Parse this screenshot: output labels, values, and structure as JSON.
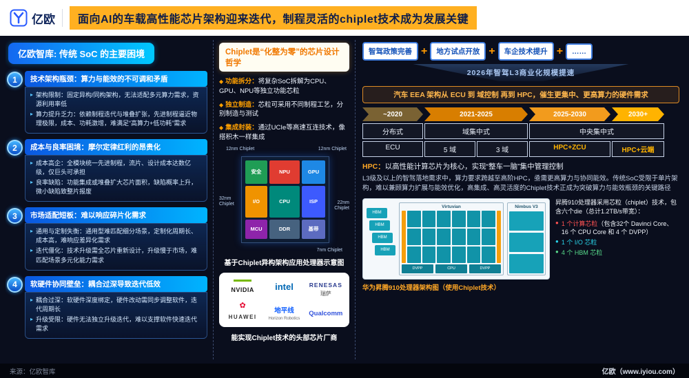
{
  "header": {
    "logo_text": "亿欧",
    "title": "面向AI的车载高性能芯片架构迎来迭代，制程灵活的chiplet技术成为发展关键"
  },
  "left": {
    "badge": "亿欧智库: 传统 SoC 的主要困境",
    "items": [
      {
        "num": "1",
        "title": "技术架构瓶颈：算力与能效的不可调和矛盾",
        "bullets": [
          "架构限制：固定异构/同构架构，无法适配多元算力需求，资源利用率低",
          "算力提升乏力：依赖制程迭代与堆叠扩张，先进制程逼近物理极限，成本、功耗激增，难满足“高算力+低功耗”需求"
        ]
      },
      {
        "num": "2",
        "title": "成本与良率困境：摩尔定律红利的昂贵化",
        "bullets": [
          "成本高企：全模块统一先进制程，流片、设计成本达数亿级，仅巨头可承担",
          "良率缺陷：功能集成或堆叠扩大芯片面积，缺陷概率上升，微小缺陷致整片报废"
        ]
      },
      {
        "num": "3",
        "title": "市场适配短板：难以响应碎片化需求",
        "bullets": [
          "通用与定制失衡：通用型难匹配细分场景，定制化周期长、成本高，难响应差异化需求",
          "迭代僵化：技术升级需全芯片重新设计，升级慢于市场，难匹配场景多元化能力需求"
        ]
      },
      {
        "num": "4",
        "title": "软硬件协同壁垒：耦合过深导致迭代低效",
        "bullets": [
          "耦合过深：软硬件深度绑定，硬件改动需同步调整软件，迭代周期长",
          "升级受限：硬件无法独立升级迭代，难以支撑软件快速迭代需求"
        ]
      }
    ]
  },
  "middle": {
    "badge": "Chiplet是“化整为零”的芯片设计哲学",
    "bullets": [
      {
        "label": "功能拆分：",
        "text": "将复杂SoC拆解为CPU、GPU、NPU等独立功能芯粒"
      },
      {
        "label": "独立制造：",
        "text": "芯粒可采用不同制程工艺，分别制造与测试"
      },
      {
        "label": "集成封装：",
        "text": "通过UCIe等高速互连技术，像搭积木一样集成"
      }
    ],
    "chip": {
      "label_top_left": "12nm Chiplet",
      "label_top_right": "12nm Chiplet",
      "label_left": "32nm Chiplet",
      "label_right": "22nm Chiplet",
      "label_bottom": "7nm Chiplet",
      "blocks": [
        {
          "label": "安全",
          "color": "#1f9d55"
        },
        {
          "label": "NPU",
          "color": "#e03c31"
        },
        {
          "label": "GPU",
          "color": "#1e88e5"
        },
        {
          "label": "I/O",
          "color": "#f09300"
        },
        {
          "label": "CPU",
          "color": "#00897b"
        },
        {
          "label": "ISP",
          "color": "#3d5afe"
        },
        {
          "label": "MCU",
          "color": "#8e24aa"
        },
        {
          "label": "DDR",
          "color": "#46627f"
        },
        {
          "label": "基带",
          "color": "#5c6bc0"
        }
      ]
    },
    "chip_caption": "基于Chiplet异构架构应用处理器示意图",
    "vendors": [
      {
        "name": "NVIDIA",
        "sub": ""
      },
      {
        "name": "intel",
        "sub": ""
      },
      {
        "name": "RENESAS",
        "sub": "瑞萨"
      },
      {
        "name": "HUAWEI",
        "sub": ""
      },
      {
        "name": "地平线",
        "sub": "Horizon Robotics"
      },
      {
        "name": "Qualcomm",
        "sub": ""
      }
    ],
    "vendors_caption": "能实现Chiplet技术的头部芯片厂商"
  },
  "right": {
    "drivers": [
      "智驾政策完善",
      "地方试点开放",
      "车企技术提升",
      "……"
    ],
    "plus": "+",
    "funnel_text": "2026年智驾L3商业化规模提速",
    "banner": "汽车 EEA 架构从 ECU 到 域控制 再到 HPC，催生更集中、更高算力的硬件需求",
    "timeline": [
      {
        "label": "~2020",
        "color": "#7a6233"
      },
      {
        "label": "2021-2025",
        "color": "#d87e00"
      },
      {
        "label": "2025-2030",
        "color": "#f29b1d"
      },
      {
        "label": "2030+",
        "color": "#ffb300"
      }
    ],
    "arch_row": [
      "分布式",
      "域集中式",
      "中央集中式"
    ],
    "unit_row": [
      "ECU",
      "5 域",
      "3 域",
      "HPC+ZCU",
      "HPC+云端"
    ],
    "hpc_label": "HPC：",
    "hpc_note": "以高性能计算芯片为核心，实现“整车一脑”集中管理控制",
    "paragraph": "L3级及以上的智驾落地需求中，算力要求跨越至高阶HPC，亟需更高算力与协同能效。传统SoC受限于单片架构，难以兼顾算力扩展与能效优化，高集成、高灵活度的Chiplet技术正成为突破算力与能效瓶颈的关键路径",
    "ascend": {
      "hbm_label": "HBM",
      "center_title": "Virtuvian",
      "right_title": "Nimbus V3",
      "mods": [
        "DVPP",
        "CPU",
        "DVPP"
      ],
      "caption": "华为昇腾910处理器架构图（使用Chiplet技术）",
      "intro": "昇腾910处理器采用芯粒（chiplet）技术，包含六个die（总计1.2TB/s带宽）：",
      "bullets": [
        {
          "lead": "1 个计算芯粒",
          "rest": "（包含32个 Davinci Core、16 个 CPU Core 和 4 个 DVPP）",
          "color": "#ff5252"
        },
        {
          "lead": "1 个 I/O 芯粒",
          "rest": "",
          "color": "#29d3e8"
        },
        {
          "lead": "4 个 HBM 芯粒",
          "rest": "",
          "color": "#57d98a"
        }
      ]
    }
  },
  "footer": {
    "source": "来源：亿欧智库",
    "brand": "亿欧（www.iyiou.com）"
  }
}
